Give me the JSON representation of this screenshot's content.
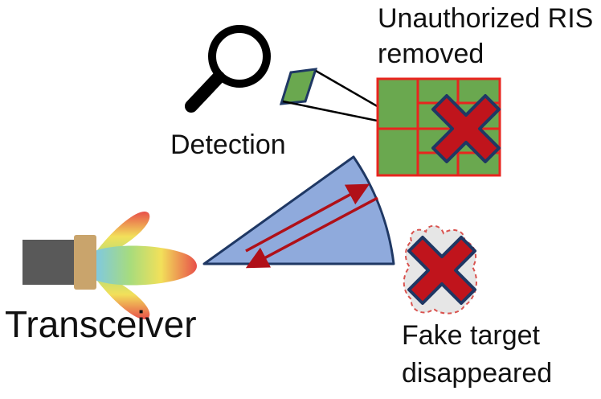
{
  "labels": {
    "ris_line1": "Unauthorized RIS",
    "ris_line2": "removed",
    "detection": "Detection",
    "transceiver": "Transceiver",
    "fake_line1": "Fake target",
    "fake_line2": "disappeared"
  },
  "icons": {
    "magnifier": "magnifier-icon",
    "removed_mark": "red-x-icon"
  },
  "colors": {
    "ris_fill": "#6aa84f",
    "ris_grid": "#e8251f",
    "cross_fill": "#c0141c",
    "cross_stroke": "#1f3864",
    "beam_fill": "#8faadc",
    "beam_stroke": "#1f3864",
    "arrow": "#b01018",
    "transceiver_body": "#595959",
    "transceiver_band": "#c9a46c",
    "fake_target_dashed": "#d9534f"
  }
}
